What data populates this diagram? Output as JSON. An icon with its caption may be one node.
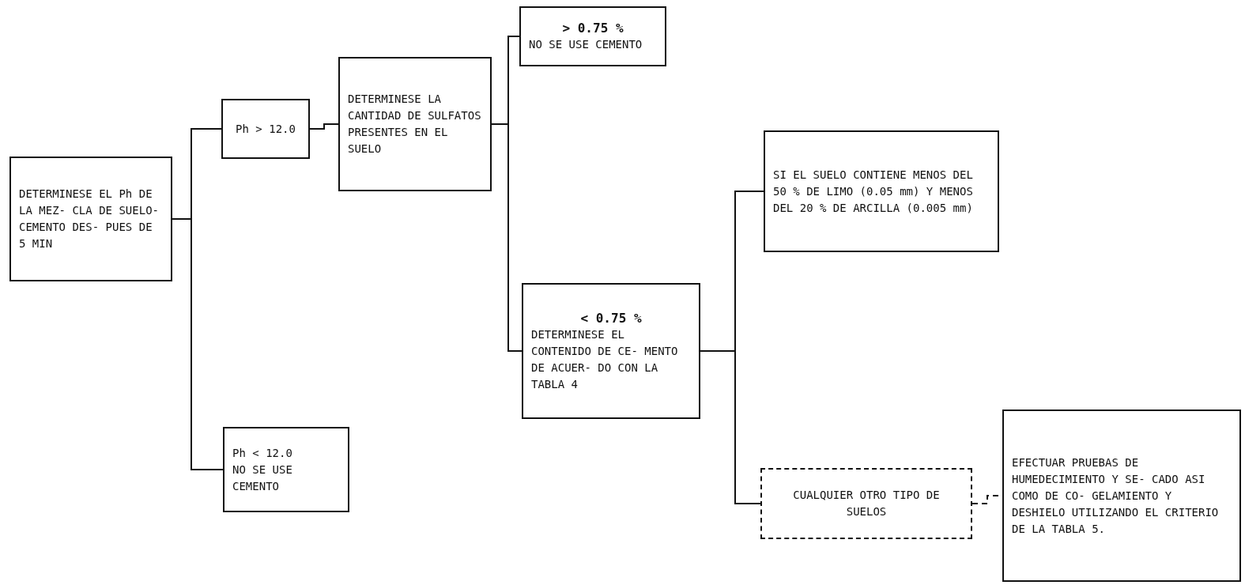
{
  "diagram": {
    "nodes": [
      {
        "text": [
          "DETERMINESE EL Ph DE LA MEZ- CLA DE SUELO- CEMENTO DES- PUES DE 5 MIN"
        ]
      },
      {
        "text": [
          "Ph > 12.0"
        ]
      },
      {
        "text": [
          "DETERMINESE LA CANTIDAD DE SULFATOS PRESENTES EN EL SUELO"
        ]
      },
      {
        "text": [
          "> 0.75 %",
          "NO SE USE CEMENTO"
        ]
      },
      {
        "text": [
          "Ph < 12.0",
          "NO SE USE CEMENTO"
        ]
      },
      {
        "text": [
          "< 0.75 %",
          "DETERMINESE EL CONTENIDO DE CE- MENTO DE ACUER- DO CON LA TABLA 4"
        ]
      },
      {
        "text": [
          "SI EL SUELO CONTIENE MENOS DEL 50 % DE LIMO (0.05 mm) Y MENOS DEL 20 % DE ARCILLA (0.005 mm)"
        ]
      },
      {
        "text": [
          "CUALQUIER OTRO TIPO DE SUELOS"
        ]
      },
      {
        "text": [
          "EFECTUAR PRUEBAS DE HUMEDECIMIENTO Y SE- CADO ASI COMO DE CO- GELAMIENTO Y DESHIELO UTILIZANDO EL CRITERIO DE LA TABLA 5."
        ]
      }
    ],
    "edges": [
      {
        "from": 0,
        "to": 1,
        "arrow": "none"
      },
      {
        "from": 0,
        "to": 4,
        "arrow": "none"
      },
      {
        "from": 1,
        "to": 2,
        "arrow": "none"
      },
      {
        "from": 2,
        "to": 3,
        "arrow": "none"
      },
      {
        "from": 2,
        "to": 5,
        "arrow": "none"
      },
      {
        "from": 5,
        "to": 6,
        "arrow": "none"
      },
      {
        "from": 5,
        "to": 7,
        "arrow": "none"
      },
      {
        "from": 7,
        "to": 8,
        "arrow": "none",
        "style": "dashed"
      }
    ]
  }
}
